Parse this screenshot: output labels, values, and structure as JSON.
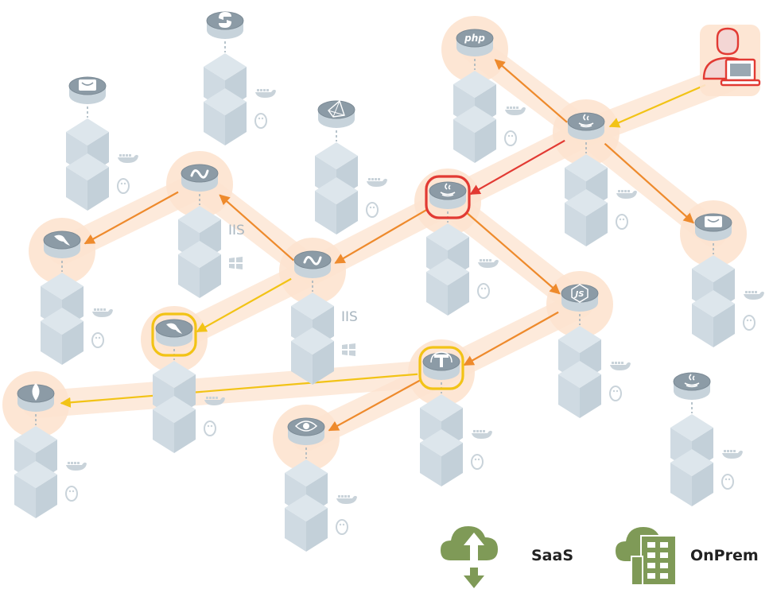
{
  "colors": {
    "halo": "#fde3cf",
    "cube_light": "#dde6ec",
    "cube_mid": "#cfdae2",
    "cube_dark": "#c3d0d9",
    "disk_top": "#8c9ba6",
    "disk_side": "#c7d3db",
    "arrow_orange": "#ee8a2c",
    "arrow_yellow": "#f2c316",
    "arrow_red": "#e23a33",
    "ring_red": "#e23a33",
    "ring_yellow": "#f2c316",
    "legend_green": "#7f9a57",
    "user_red": "#e23a33",
    "glyph_light": "#c9d3da"
  },
  "nodes": [
    {
      "id": "python",
      "icon": "python-icon",
      "stack": 2,
      "docker": true,
      "linux": true,
      "halo": false,
      "ring": "none"
    },
    {
      "id": "php",
      "icon": "php-icon",
      "icon_text": "php",
      "stack": 2,
      "docker": true,
      "linux": true,
      "halo": true,
      "ring": "none"
    },
    {
      "id": "apache-left",
      "icon": "apache-icon",
      "stack": 2,
      "docker": true,
      "linux": true,
      "halo": false,
      "ring": "none"
    },
    {
      "id": "ruby",
      "icon": "ruby-icon",
      "stack": 2,
      "docker": true,
      "linux": true,
      "halo": false,
      "ring": "none"
    },
    {
      "id": "java-top",
      "icon": "java-icon",
      "stack": 2,
      "docker": true,
      "linux": true,
      "halo": true,
      "ring": "none"
    },
    {
      "id": "dotnet-top",
      "icon": "dotnet-icon",
      "stack": 2,
      "docker": false,
      "windows": true,
      "os_label": "IIS",
      "halo": true,
      "ring": "none"
    },
    {
      "id": "java-red",
      "icon": "java-icon",
      "stack": 2,
      "docker": true,
      "linux": true,
      "halo": true,
      "ring": "red"
    },
    {
      "id": "apache-right",
      "icon": "apache-icon",
      "stack": 2,
      "docker": true,
      "linux": true,
      "halo": true,
      "ring": "none"
    },
    {
      "id": "mysql-top",
      "icon": "mysql-icon",
      "stack": 2,
      "docker": true,
      "linux": true,
      "halo": true,
      "ring": "none"
    },
    {
      "id": "dotnet-mid",
      "icon": "dotnet-icon",
      "stack": 2,
      "docker": false,
      "windows": true,
      "os_label": "IIS",
      "halo": true,
      "ring": "none"
    },
    {
      "id": "nodejs",
      "icon": "nodejs-icon",
      "icon_text": "JS",
      "stack": 2,
      "docker": true,
      "linux": true,
      "halo": true,
      "ring": "none"
    },
    {
      "id": "mysql-yellow",
      "icon": "mysql-icon",
      "stack": 2,
      "docker": true,
      "linux": true,
      "halo": true,
      "ring": "yellow"
    },
    {
      "id": "tomcat-yellow",
      "icon": "tomcat-icon",
      "stack": 2,
      "docker": true,
      "linux": true,
      "halo": true,
      "ring": "yellow"
    },
    {
      "id": "java-lone",
      "icon": "java-icon",
      "stack": 2,
      "docker": true,
      "linux": true,
      "halo": false,
      "ring": "none"
    },
    {
      "id": "mongodb",
      "icon": "mongodb-icon",
      "stack": 2,
      "docker": true,
      "linux": true,
      "halo": true,
      "ring": "none"
    },
    {
      "id": "eye",
      "icon": "eye-icon",
      "stack": 2,
      "docker": true,
      "linux": true,
      "halo": true,
      "ring": "none"
    }
  ],
  "edges": [
    {
      "from": "user",
      "to": "java-top",
      "color": "yellow"
    },
    {
      "from": "java-top",
      "to": "php",
      "color": "orange"
    },
    {
      "from": "java-top",
      "to": "java-red",
      "color": "red"
    },
    {
      "from": "java-top",
      "to": "apache-right",
      "color": "orange"
    },
    {
      "from": "java-red",
      "to": "dotnet-mid",
      "color": "orange"
    },
    {
      "from": "java-red",
      "to": "nodejs",
      "color": "orange"
    },
    {
      "from": "dotnet-mid",
      "to": "dotnet-top",
      "color": "orange"
    },
    {
      "from": "dotnet-mid",
      "to": "mysql-yellow",
      "color": "yellow"
    },
    {
      "from": "dotnet-top",
      "to": "mysql-top",
      "color": "orange"
    },
    {
      "from": "nodejs",
      "to": "tomcat-yellow",
      "color": "orange"
    },
    {
      "from": "tomcat-yellow",
      "to": "mongodb",
      "color": "yellow"
    },
    {
      "from": "tomcat-yellow",
      "to": "eye",
      "color": "orange"
    }
  ],
  "legend": [
    {
      "label": "SaaS",
      "icon": "cloud-upload-icon"
    },
    {
      "label": "OnPrem",
      "icon": "building-icon"
    }
  ]
}
